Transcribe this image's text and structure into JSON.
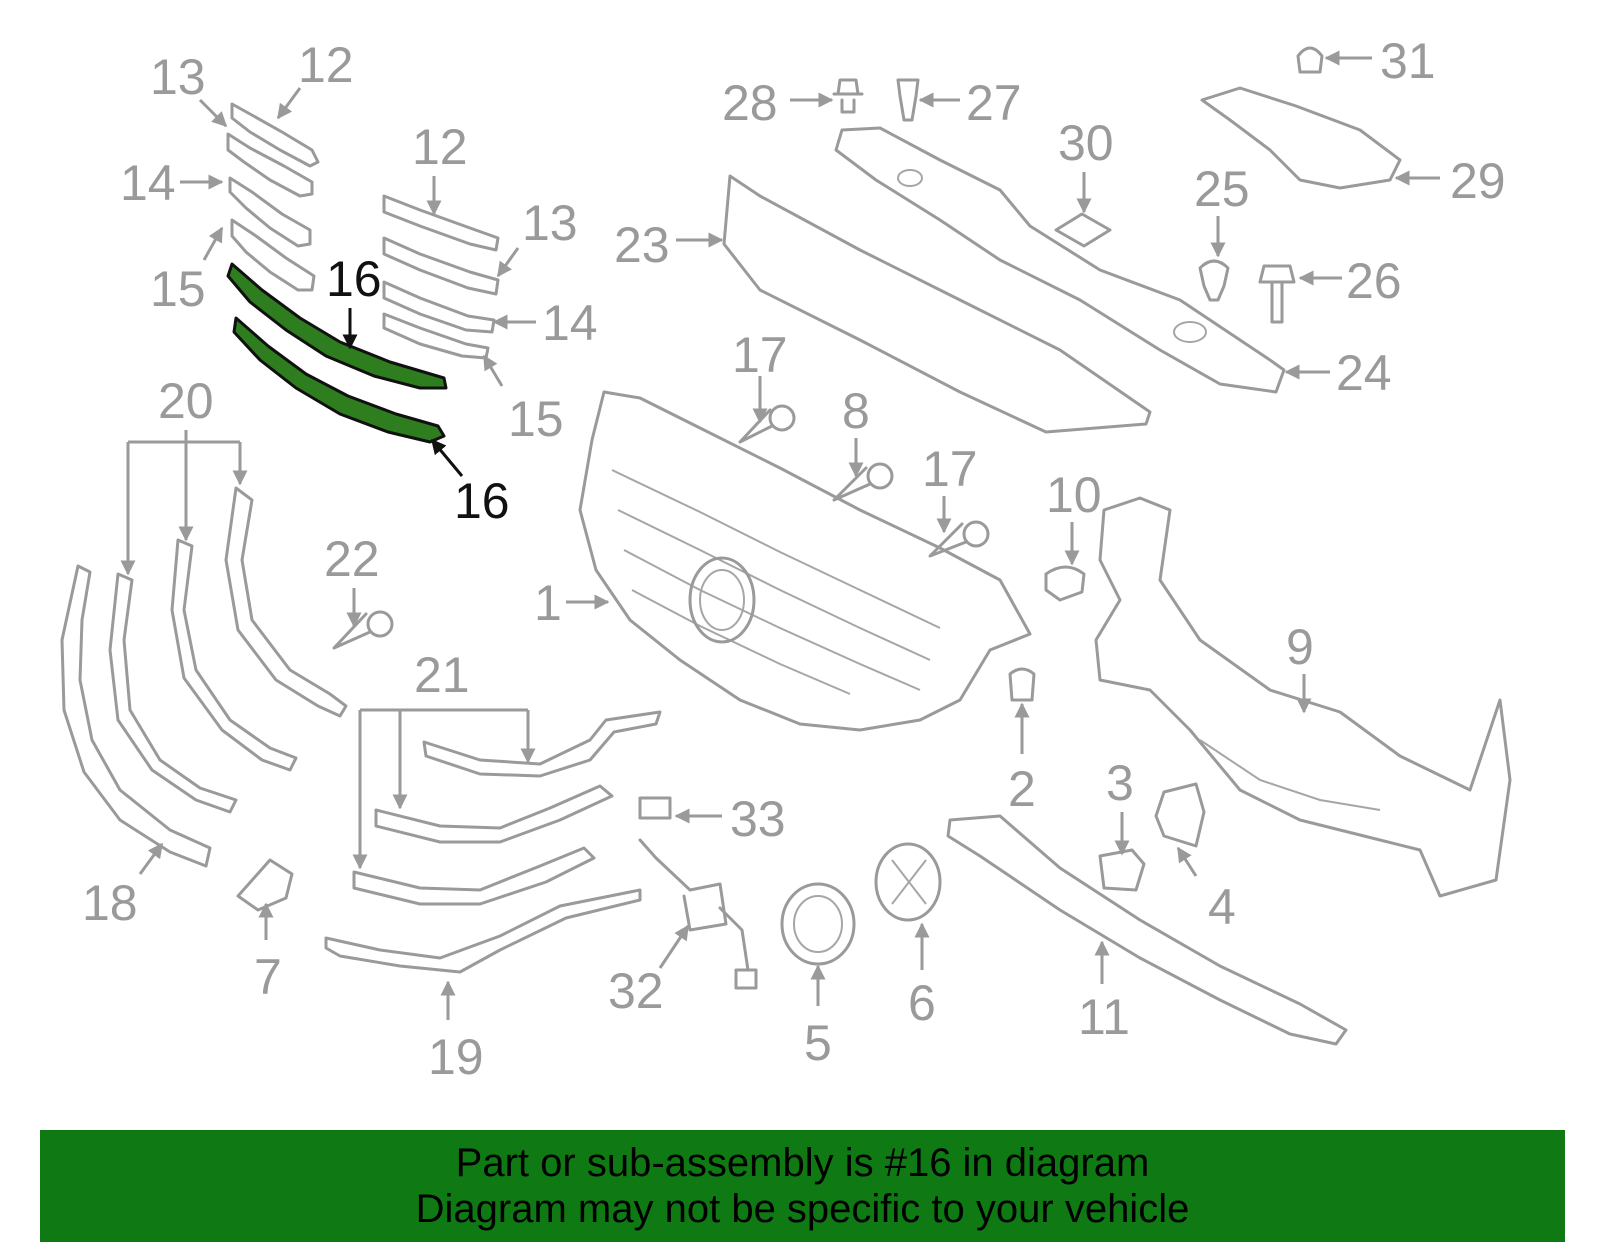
{
  "callouts": {
    "c1": "1",
    "c2": "2",
    "c3": "3",
    "c4": "4",
    "c5": "5",
    "c6": "6",
    "c7": "7",
    "c8": "8",
    "c9": "9",
    "c10": "10",
    "c11": "11",
    "c12a": "12",
    "c12b": "12",
    "c13a": "13",
    "c13b": "13",
    "c14a": "14",
    "c14b": "14",
    "c15a": "15",
    "c15b": "15",
    "c16a": "16",
    "c16b": "16",
    "c17a": "17",
    "c17b": "17",
    "c18": "18",
    "c19": "19",
    "c20": "20",
    "c21": "21",
    "c22": "22",
    "c23": "23",
    "c24": "24",
    "c25": "25",
    "c26": "26",
    "c27": "27",
    "c28": "28",
    "c29": "29",
    "c30": "30",
    "c31": "31",
    "c32": "32",
    "c33": "33"
  },
  "highlight": {
    "part_number": "16",
    "color": "#2e7d1f"
  },
  "footer": {
    "line1": "Part or sub-assembly is #16 in diagram",
    "line2": "Diagram may not be specific to your vehicle",
    "background": "#0f7a14"
  }
}
